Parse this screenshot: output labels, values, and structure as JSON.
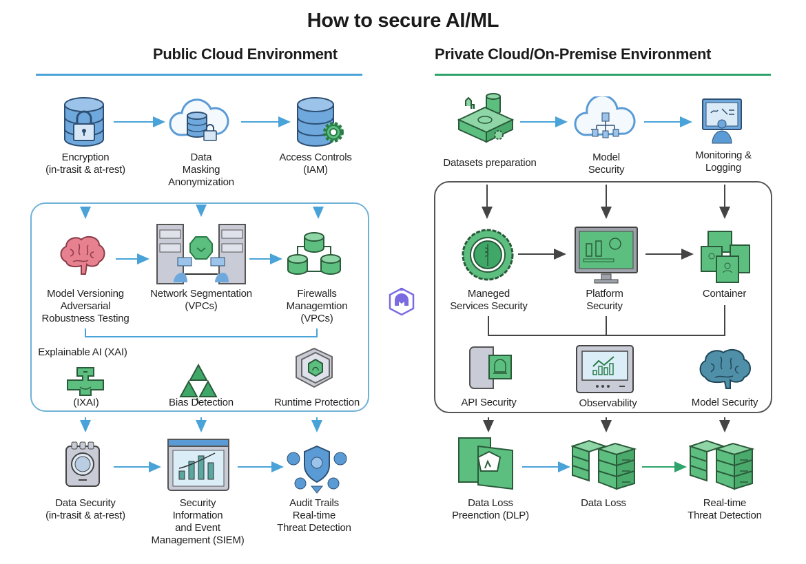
{
  "title": "How to secure AI/ML",
  "colors": {
    "public_accent": "#4aa3d8",
    "private_accent": "#2ea36a",
    "icon_blue": "#5b9bd5",
    "icon_green": "#5cbf7f",
    "brain_pink": "#e8818f",
    "logo_purple": "#7b6be0",
    "private_box_border": "#555555",
    "public_box_border": "#6fb2d8"
  },
  "public": {
    "heading": "Public Cloud Environment",
    "top_row": [
      {
        "icon": "database-lock-icon",
        "label": [
          "Encryption",
          "(in-trasit & at-rest)"
        ]
      },
      {
        "icon": "cloud-database-lock-icon",
        "label": [
          "Data",
          "Masking",
          "Anonymization"
        ]
      },
      {
        "icon": "database-gear-icon",
        "label": [
          "Access Controls",
          "(IAM)"
        ]
      }
    ],
    "box_row1": [
      {
        "icon": "brain-icon",
        "label": [
          "Model Versioning",
          "Adversarial",
          "Robustness Testing"
        ]
      },
      {
        "icon": "network-servers-icon",
        "label": [
          "Network Segmentation",
          "(VPCs)"
        ]
      },
      {
        "icon": "firewall-databases-icon",
        "label": [
          "Firewalls",
          "Managemtion",
          "(VPCs)"
        ]
      }
    ],
    "box_row2_heading": "Explainable AI (XAI)",
    "box_row2": [
      {
        "icon": "xai-puzzle-icon",
        "label": [
          "(IXAI)"
        ]
      },
      {
        "icon": "bias-triangles-icon",
        "label": [
          "Bias Detection"
        ]
      },
      {
        "icon": "runtime-hexagon-icon",
        "label": [
          "Runtime Protection"
        ]
      }
    ],
    "bottom_row": [
      {
        "icon": "data-security-device-icon",
        "label": [
          "Data Security",
          "(in-trasit & at-rest)"
        ]
      },
      {
        "icon": "siem-dashboard-icon",
        "label": [
          "Security",
          "Information",
          "and Event",
          "Management (SIEM)"
        ]
      },
      {
        "icon": "audit-shield-users-icon",
        "label": [
          "Audit Trails",
          "Real-time",
          "Threat Detection"
        ]
      }
    ]
  },
  "private": {
    "heading": "Private Cloud/On-Premise Environment",
    "top_row": [
      {
        "icon": "dataset-factory-icon",
        "label": [
          "Datasets preparation"
        ]
      },
      {
        "icon": "cloud-hierarchy-icon",
        "label": [
          "Model",
          "Security"
        ]
      },
      {
        "icon": "monitor-user-icon",
        "label": [
          "Monitoring &",
          "Logging"
        ]
      }
    ],
    "box_row1": [
      {
        "icon": "managed-services-badge-icon",
        "label": [
          "Maneged",
          "Services Security"
        ]
      },
      {
        "icon": "platform-monitor-icon",
        "label": [
          "Platform",
          "Security"
        ]
      },
      {
        "icon": "containers-icon",
        "label": [
          "Container"
        ]
      }
    ],
    "box_row2": [
      {
        "icon": "api-security-icon",
        "label": [
          "API Security"
        ]
      },
      {
        "icon": "observability-chart-icon",
        "label": [
          "Observability"
        ]
      },
      {
        "icon": "brain-icon",
        "label": [
          "Model Security"
        ]
      }
    ],
    "bottom_row": [
      {
        "icon": "dlp-vault-icon",
        "label": [
          "Data Loss",
          "Preenction (DLP)"
        ]
      },
      {
        "icon": "server-stack-icon",
        "label": [
          "Data Loss"
        ]
      },
      {
        "icon": "server-stack-icon",
        "label": [
          "Real-time",
          "Threat Detection"
        ]
      }
    ]
  },
  "center_logo": "helmet-shield-logo-icon"
}
